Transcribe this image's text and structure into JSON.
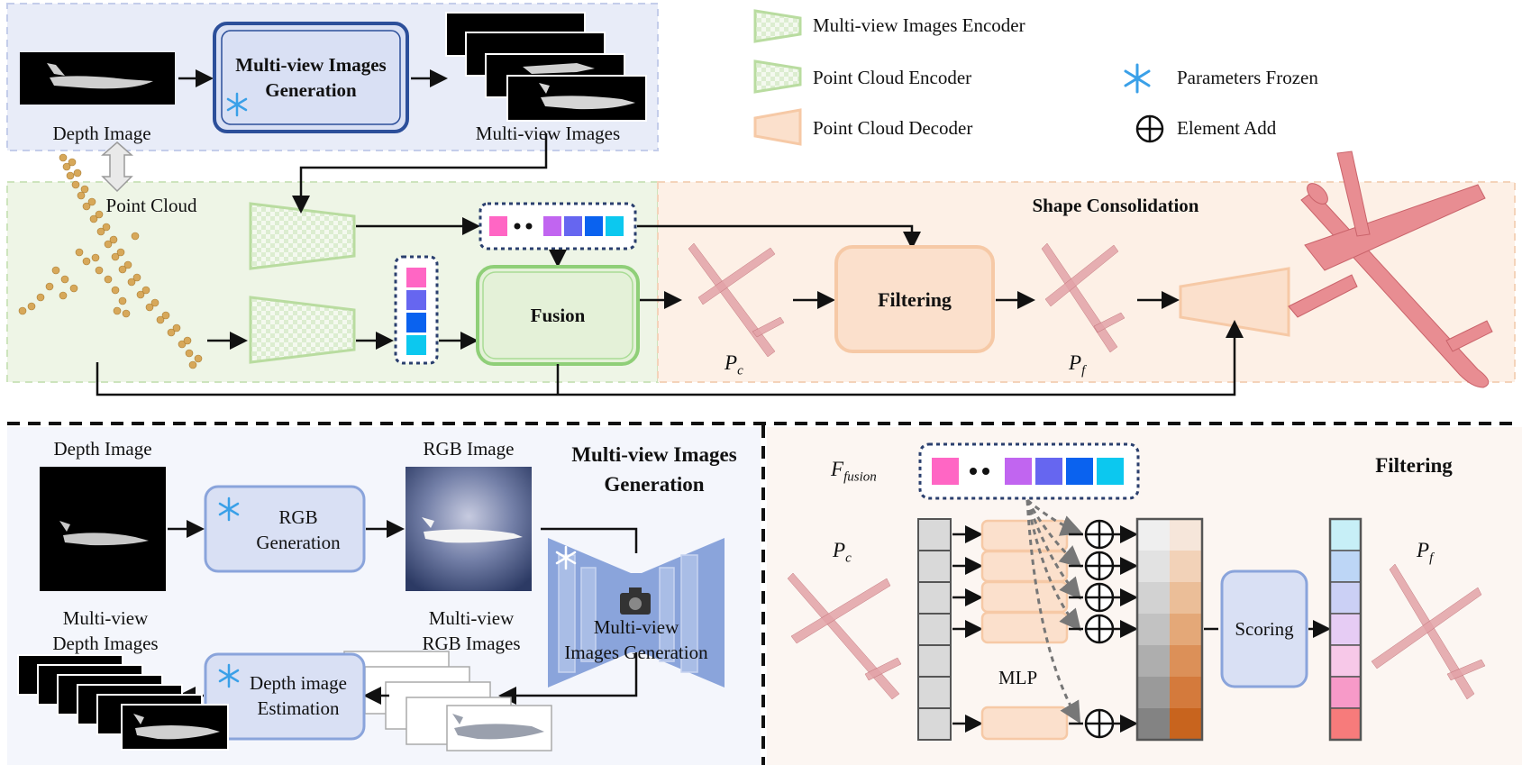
{
  "legend": {
    "mv_encoder": "Multi-view Images Encoder",
    "pc_encoder": "Point Cloud Encoder",
    "pc_decoder": "Point Cloud Decoder",
    "frozen": "Parameters Frozen",
    "add": "Element Add"
  },
  "top": {
    "depth_image": "Depth Image",
    "mv_gen_line1": "Multi-view Images",
    "mv_gen_line2": "Generation",
    "mv_images": "Multi-view Images",
    "point_cloud": "Point Cloud",
    "fusion": "Fusion",
    "filtering": "Filtering",
    "shape_consolidation": "Shape Consolidation",
    "pc_label": "P",
    "pc_sub": "c",
    "pf_label": "P",
    "pf_sub": "f"
  },
  "bottom_left": {
    "depth_image": "Depth Image",
    "rgb_image": "RGB Image",
    "title_line1": "Multi-view Images",
    "title_line2": "Generation",
    "rgb_gen_line1": "RGB",
    "rgb_gen_line2": "Generation",
    "mv_depth_line1": "Multi-view",
    "mv_depth_line2": "Depth Images",
    "mv_rgb_line1": "Multi-view",
    "mv_rgb_line2": "RGB Images",
    "unet_line1": "Multi-view",
    "unet_line2": "Images Generation",
    "depth_est_line1": "Depth image",
    "depth_est_line2": "Estimation"
  },
  "bottom_right": {
    "title": "Filtering",
    "f_fusion": "F",
    "f_fusion_sub": "fusion",
    "pc_label": "P",
    "pc_sub": "c",
    "pf_label": "P",
    "pf_sub": "f",
    "mlp": "MLP",
    "scoring": "Scoring"
  },
  "colors": {
    "top_panel_bg": "#e8ecf8",
    "encoder_region_bg": "#eef5e6",
    "consolidation_bg": "#fdf0e6",
    "encoder_green": "#b9dca0",
    "decoder_orange": "#f6c9a6",
    "fusion_green": "#8fcf78",
    "feature_colors": [
      "#ff66c4",
      "#c165f0",
      "#6666f0",
      "#0a62ef",
      "#0cc8ef"
    ],
    "score_colors": [
      "#c7eff7",
      "#bdd6f6",
      "#cbd0f5",
      "#e6ccf4",
      "#f7c8e8",
      "#f79ac8",
      "#f77b7b"
    ],
    "plane_pink": "#e88d92",
    "point_gold": "#d7a85a"
  }
}
